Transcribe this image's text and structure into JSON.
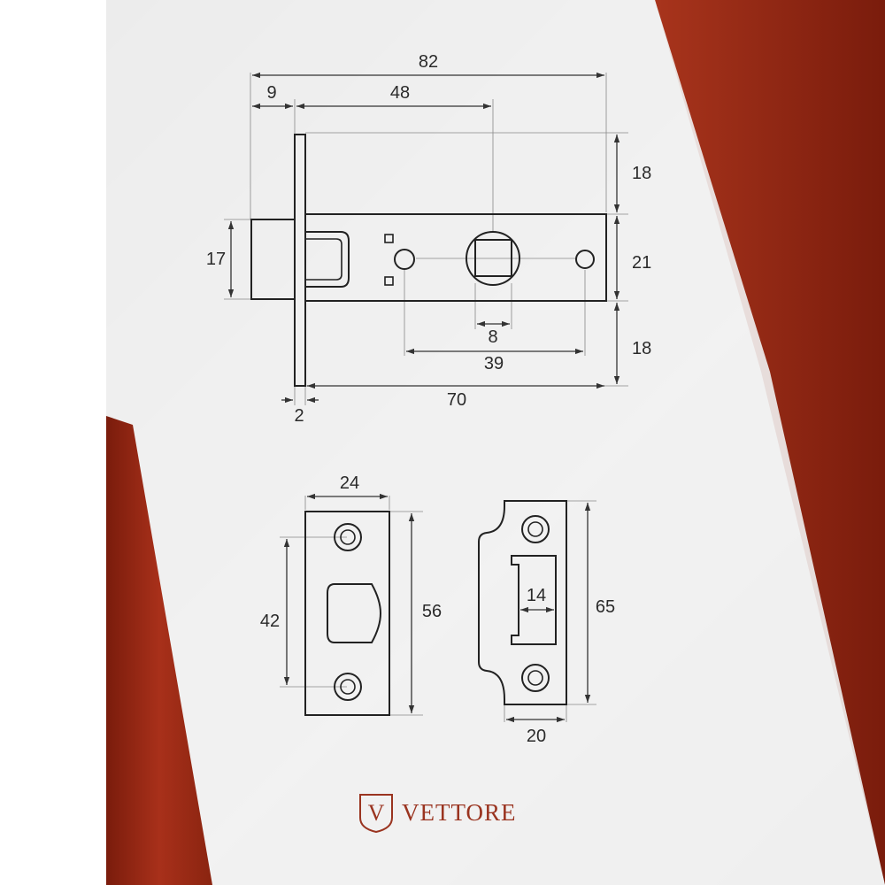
{
  "colors": {
    "accent_red": "#9e2a14",
    "accent_red_dark": "#7a1c0c",
    "line": "#222222",
    "background_light": "#f4f4f4"
  },
  "latch_dimensions": {
    "overall_length": "82",
    "bolt_projection": "9",
    "backset": "48",
    "top_offset": "18",
    "bolt_height": "17",
    "case_height": "21",
    "bottom_offset": "18",
    "spindle_square": "8",
    "fixing_centres": "39",
    "faceplate_thickness": "2",
    "case_length": "70"
  },
  "faceplate_dimensions": {
    "width": "24",
    "hole_centres": "42",
    "height": "56"
  },
  "strike_plate_dimensions": {
    "recess_width": "14",
    "height": "65",
    "width": "20"
  },
  "brand": {
    "logo_letter": "V",
    "name": "VETTORE"
  }
}
